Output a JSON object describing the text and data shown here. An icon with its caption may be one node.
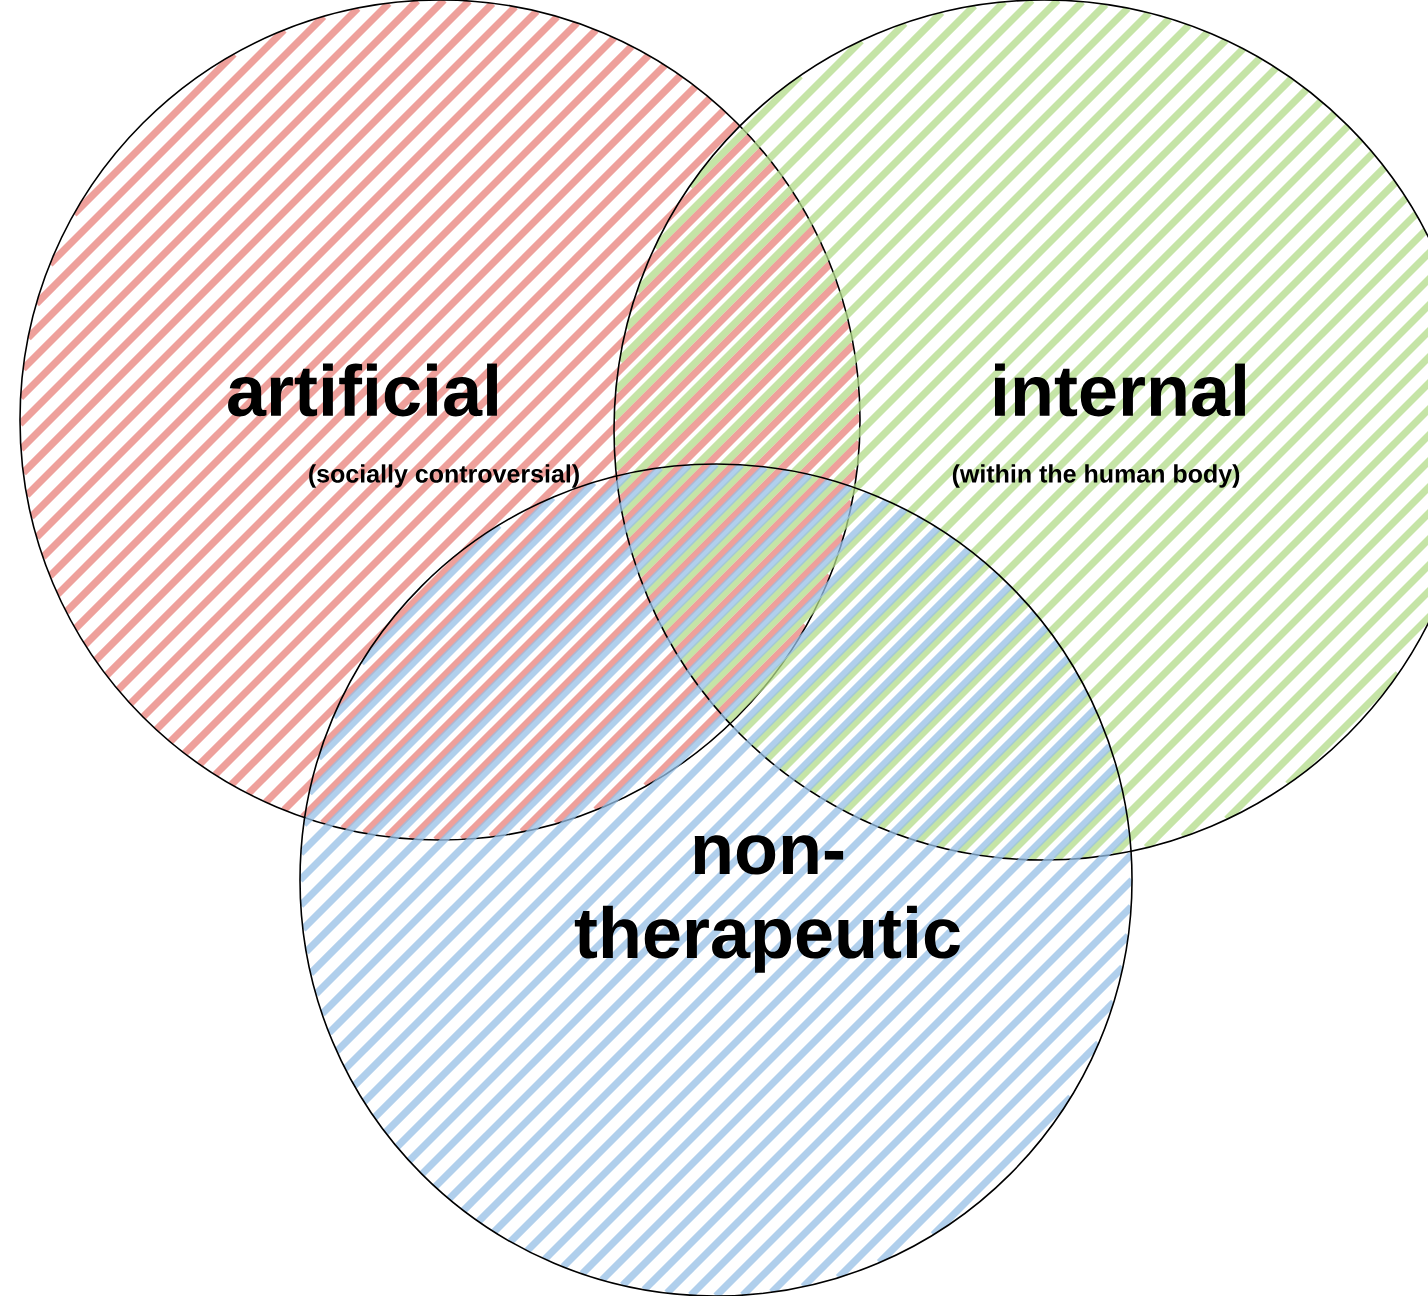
{
  "diagram": {
    "nodes": [
      {
        "text": [
          "artificial",
          "(socially controversial)"
        ]
      },
      {
        "text": [
          "internal",
          "(within the human body)"
        ]
      },
      {
        "text": [
          "non-therapeutic"
        ]
      }
    ]
  }
}
